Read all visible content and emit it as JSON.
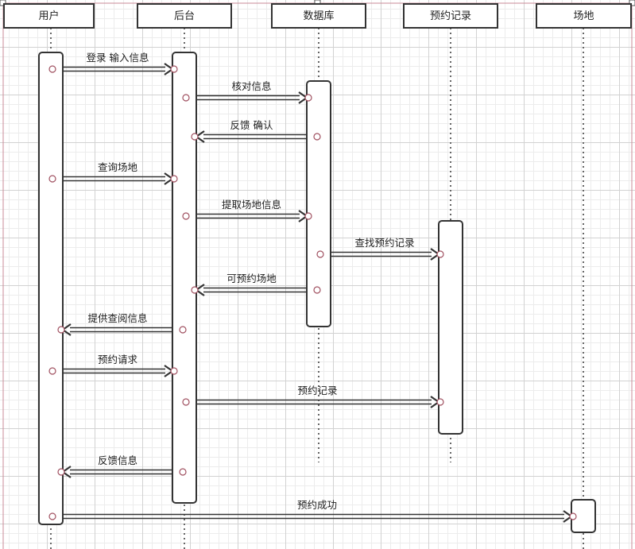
{
  "lifelines": [
    {
      "id": "user",
      "label": "用户"
    },
    {
      "id": "backend",
      "label": "后台"
    },
    {
      "id": "db",
      "label": "数据库"
    },
    {
      "id": "record",
      "label": "预约记录"
    },
    {
      "id": "venue",
      "label": "场地"
    }
  ],
  "messages": [
    {
      "from": "user",
      "to": "backend",
      "label": "登录 输入信息"
    },
    {
      "from": "backend",
      "to": "db",
      "label": "核对信息"
    },
    {
      "from": "db",
      "to": "backend",
      "label": "反馈 确认"
    },
    {
      "from": "user",
      "to": "backend",
      "label": "查询场地"
    },
    {
      "from": "backend",
      "to": "db",
      "label": "提取场地信息"
    },
    {
      "from": "db",
      "to": "record",
      "label": "查找预约记录"
    },
    {
      "from": "db",
      "to": "backend",
      "label": "可预约场地"
    },
    {
      "from": "backend",
      "to": "user",
      "label": "提供查阅信息"
    },
    {
      "from": "user",
      "to": "backend",
      "label": "预约请求"
    },
    {
      "from": "backend",
      "to": "record",
      "label": "预约记录"
    },
    {
      "from": "backend",
      "to": "user",
      "label": "反馈信息"
    },
    {
      "from": "user",
      "to": "venue",
      "label": "预约成功"
    }
  ]
}
